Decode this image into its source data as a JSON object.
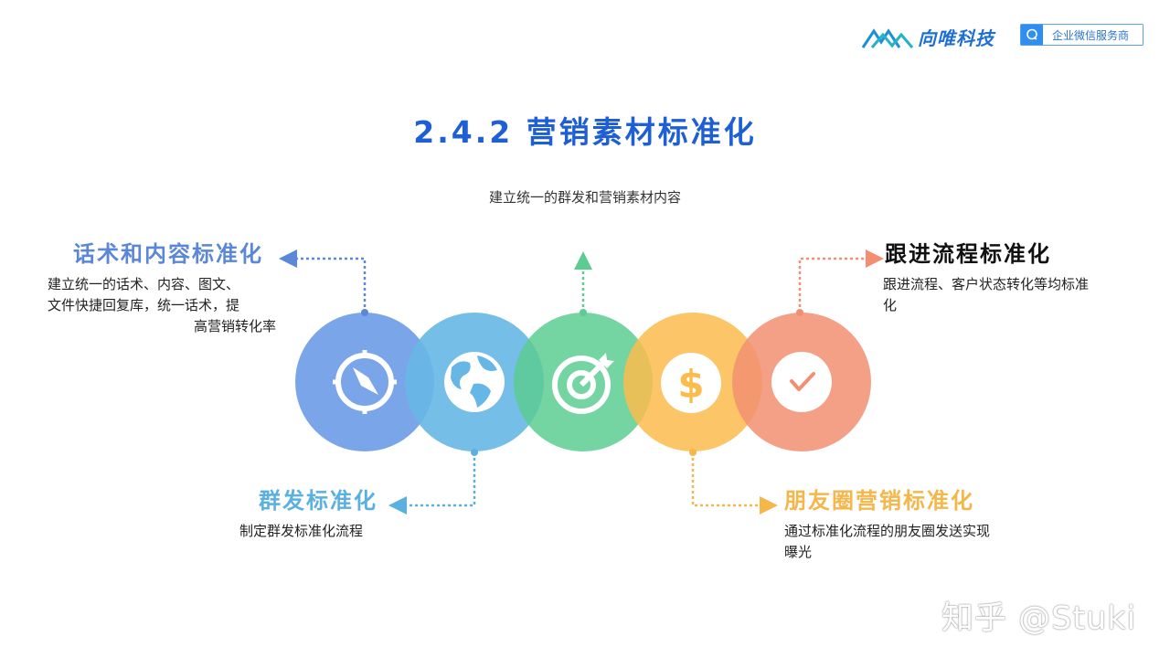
{
  "brand": {
    "name": "向唯科技",
    "badge_text": "企业微信服务商"
  },
  "title": "2.4.2 营销素材标准化",
  "subtitle": "建立统一的群发和营销素材内容",
  "colors": {
    "title": "#1f5fd6",
    "circle_1": "#6c9be6",
    "circle_2": "#66b7e6",
    "circle_3": "#5ccc92",
    "circle_4": "#fbbc4d",
    "circle_5": "#f28f72"
  },
  "items": [
    {
      "icon": "compass-icon",
      "label": "话术和内容标准化",
      "label_color": "#5b87d8",
      "desc_lines": [
        "建立统一的话术、内容、图文、",
        "文件快捷回复库，统一话术，提",
        "高营销转化率"
      ]
    },
    {
      "icon": "globe-icon",
      "label": "群发标准化",
      "label_color": "#5bb0e2",
      "desc_lines": [
        "制定群发标准化流程"
      ]
    },
    {
      "icon": "target-icon",
      "label": "",
      "label_color": "#5ccc92",
      "desc_lines": []
    },
    {
      "icon": "dollar-icon",
      "label": "朋友圈营销标准化",
      "label_color": "#f5b64a",
      "desc_lines": [
        "通过标准化流程的朋友圈发送实现",
        "曝光"
      ]
    },
    {
      "icon": "check-icon",
      "label": "跟进流程标准化",
      "label_color": "#111111",
      "desc_lines": [
        "跟进流程、客户状态转化等均标准",
        "化"
      ]
    }
  ],
  "watermark": "知乎 @Stuki"
}
